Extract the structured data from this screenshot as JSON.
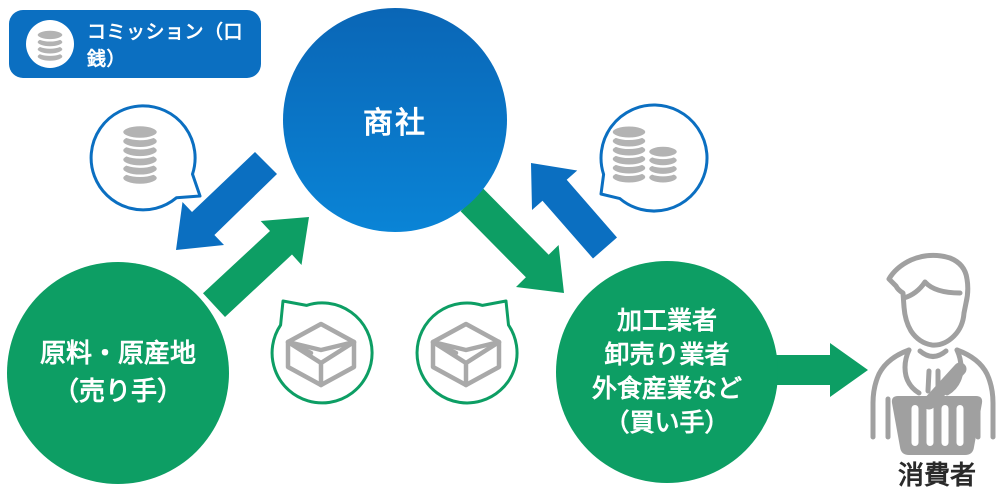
{
  "badge": {
    "label": "コミッション（口銭）"
  },
  "nodes": {
    "trading_company": {
      "label": "商社"
    },
    "seller": {
      "lines": [
        "原料・原産地",
        "（売り手）"
      ]
    },
    "buyer": {
      "lines": [
        "加工業者",
        "卸売り業者",
        "外食産業など",
        "（買い手）"
      ]
    },
    "consumer": {
      "label": "消費者"
    }
  },
  "icons": {
    "badge_icon": "coin-stack-icon",
    "commission_bubble_left": "coin-stack-icon",
    "commission_bubble_right": "double-coin-stack-icon",
    "goods_bubble_left": "package-box-icon",
    "goods_bubble_right": "package-box-icon",
    "consumer_icon": "person-with-basket-icon"
  },
  "colors": {
    "blue": "#0b6fc1",
    "blue_gradient_top": "#0a66b6",
    "blue_gradient_bottom": "#0a84d6",
    "green": "#0d9e64",
    "coin_gray": "#b3b3b3",
    "box_gray": "#a9a9a9",
    "person_gray": "#a0a0a0",
    "label_dark": "#2a2a2a"
  }
}
